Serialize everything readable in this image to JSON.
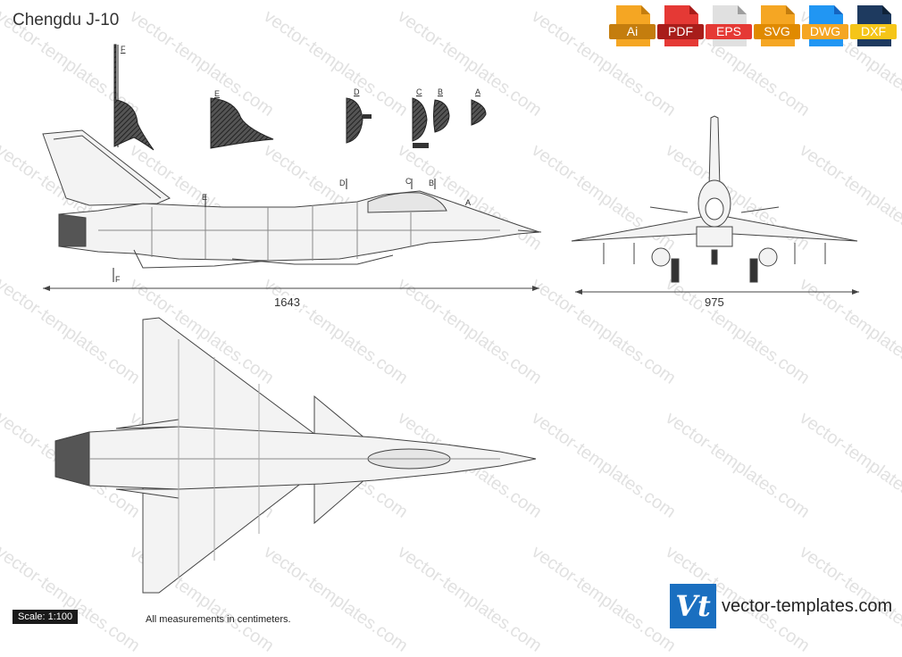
{
  "title": "Chengdu J-10",
  "formats": [
    {
      "label": "Ai",
      "icon": "ai-file-icon",
      "color": "#f5a623",
      "dark": "#c47d0e"
    },
    {
      "label": "PDF",
      "icon": "pdf-file-icon",
      "color": "#e53935",
      "dark": "#a81d1a"
    },
    {
      "label": "EPS",
      "icon": "eps-file-icon",
      "color": "#d9d9d9",
      "dark": "#9e9e9e"
    },
    {
      "label": "SVG",
      "icon": "svg-file-icon",
      "color": "#f5a623",
      "dark": "#c47d0e"
    },
    {
      "label": "DWG",
      "icon": "dwg-file-icon",
      "color": "#2196f3",
      "dark": "#1565c0"
    },
    {
      "label": "DXF",
      "icon": "dxf-file-icon",
      "color": "#1e3a5f",
      "dark": "#f5c518"
    }
  ],
  "dimensions": {
    "length": "1643",
    "span": "975"
  },
  "sections": {
    "a": "A",
    "b": "B",
    "c": "C",
    "d": "D",
    "e": "E",
    "f": "F"
  },
  "scale": "Scale: 1:100",
  "note": "All measurements in centimeters.",
  "brand": {
    "logo": "Vt",
    "text": "vector-templates.com"
  },
  "watermark": "vector-templates.com"
}
